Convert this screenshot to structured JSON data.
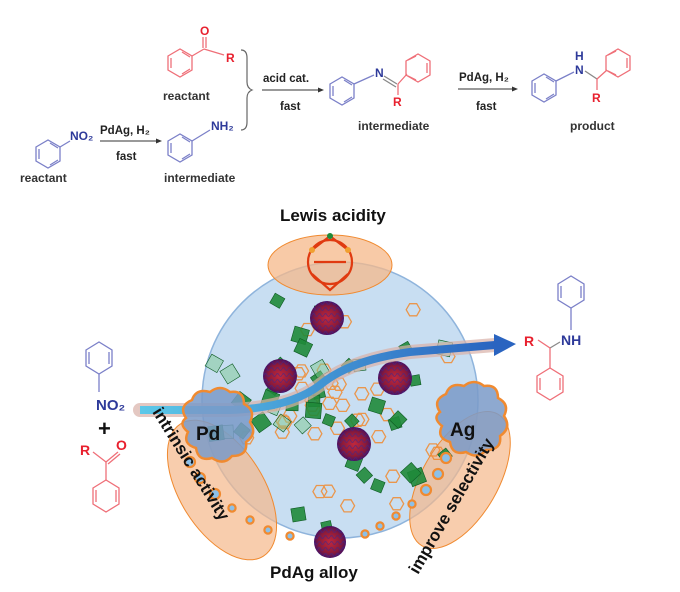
{
  "scheme": {
    "reactant_nitro_label": "reactant",
    "reactant_ketone_label": "reactant",
    "intermediate_amine_label": "intermediate",
    "intermediate_imine_label": "intermediate",
    "product_label": "product",
    "step1": {
      "reagent": "PdAg, H₂",
      "rate": "fast"
    },
    "step2": {
      "reagent": "acid cat.",
      "rate": "fast"
    },
    "step3": {
      "reagent": "PdAg, H₂",
      "rate": "fast"
    },
    "atoms": {
      "nitro": "NO₂",
      "amine": "NH₂",
      "oxygen": "O",
      "r_group": "R",
      "imine_n": "N",
      "nh_h": "H",
      "nh_n": "N",
      "nh": "NH"
    }
  },
  "illustration": {
    "top_label": "Lewis acidity",
    "left_metal": "Pd",
    "right_metal": "Ag",
    "bottom_label": "PdAg alloy",
    "left_arc_label": "intrinsic activity",
    "right_arc_label": "improve selectivity",
    "plus": "+"
  },
  "colors": {
    "blue_molecule": "#7b80c8",
    "red_molecule": "#ef6f78",
    "sphere": "#c8def2",
    "orange": "#f08a30",
    "green_polyhedra": "#1f8a3a",
    "nanoparticle": "#8a1a3a",
    "arrow_blue": "#2a64c0"
  }
}
